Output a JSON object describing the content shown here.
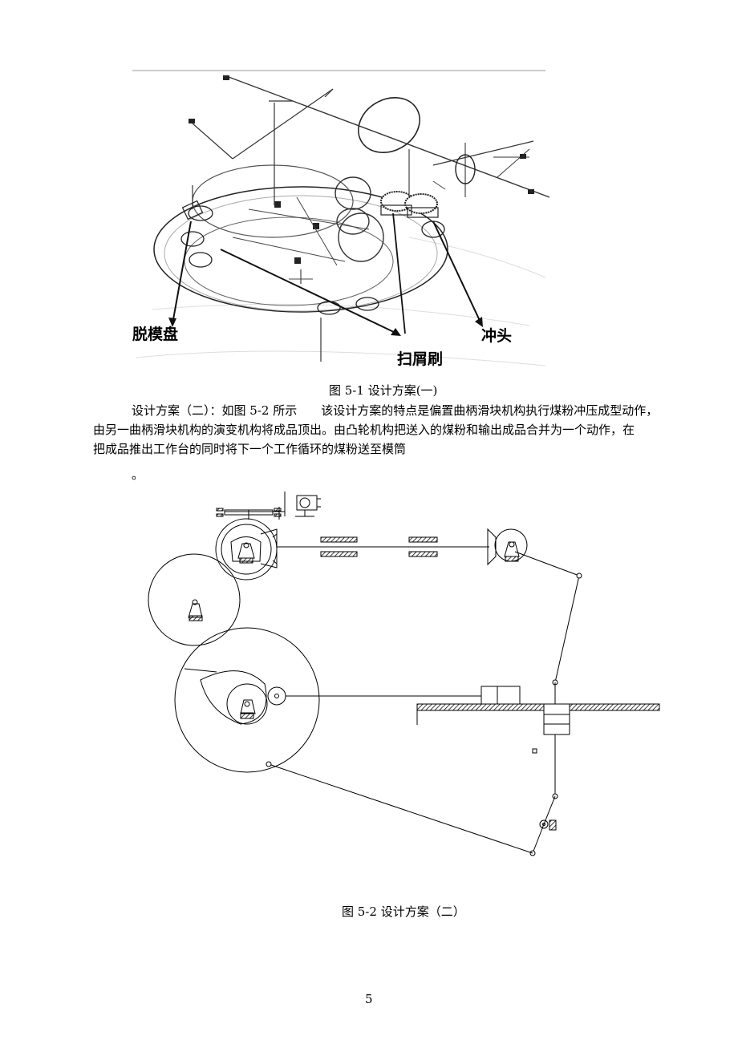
{
  "figure1": {
    "labels": {
      "demold_disk": "脱模盘",
      "punch": "冲头",
      "scraper_brush": "扫屑刷"
    },
    "caption": "图 5-1  设计方案(一)"
  },
  "paragraph": {
    "line1": "设计方案（二）：如图 5-2 所示　　该设计方案的特点是偏置曲柄滑块机构执行煤粉冲压成型动作，",
    "line2": "由另一曲柄滑块机构的演变机构将成品顶出。由凸轮机构把送入的煤粉和输出成品合并为一个动作，在",
    "line3": "把成品推出工作台的同时将下一个工作循环的煤粉送至模筒",
    "line4": "。"
  },
  "figure2": {
    "caption": "图 5-2 设计方案（二）"
  },
  "page_number": "5"
}
